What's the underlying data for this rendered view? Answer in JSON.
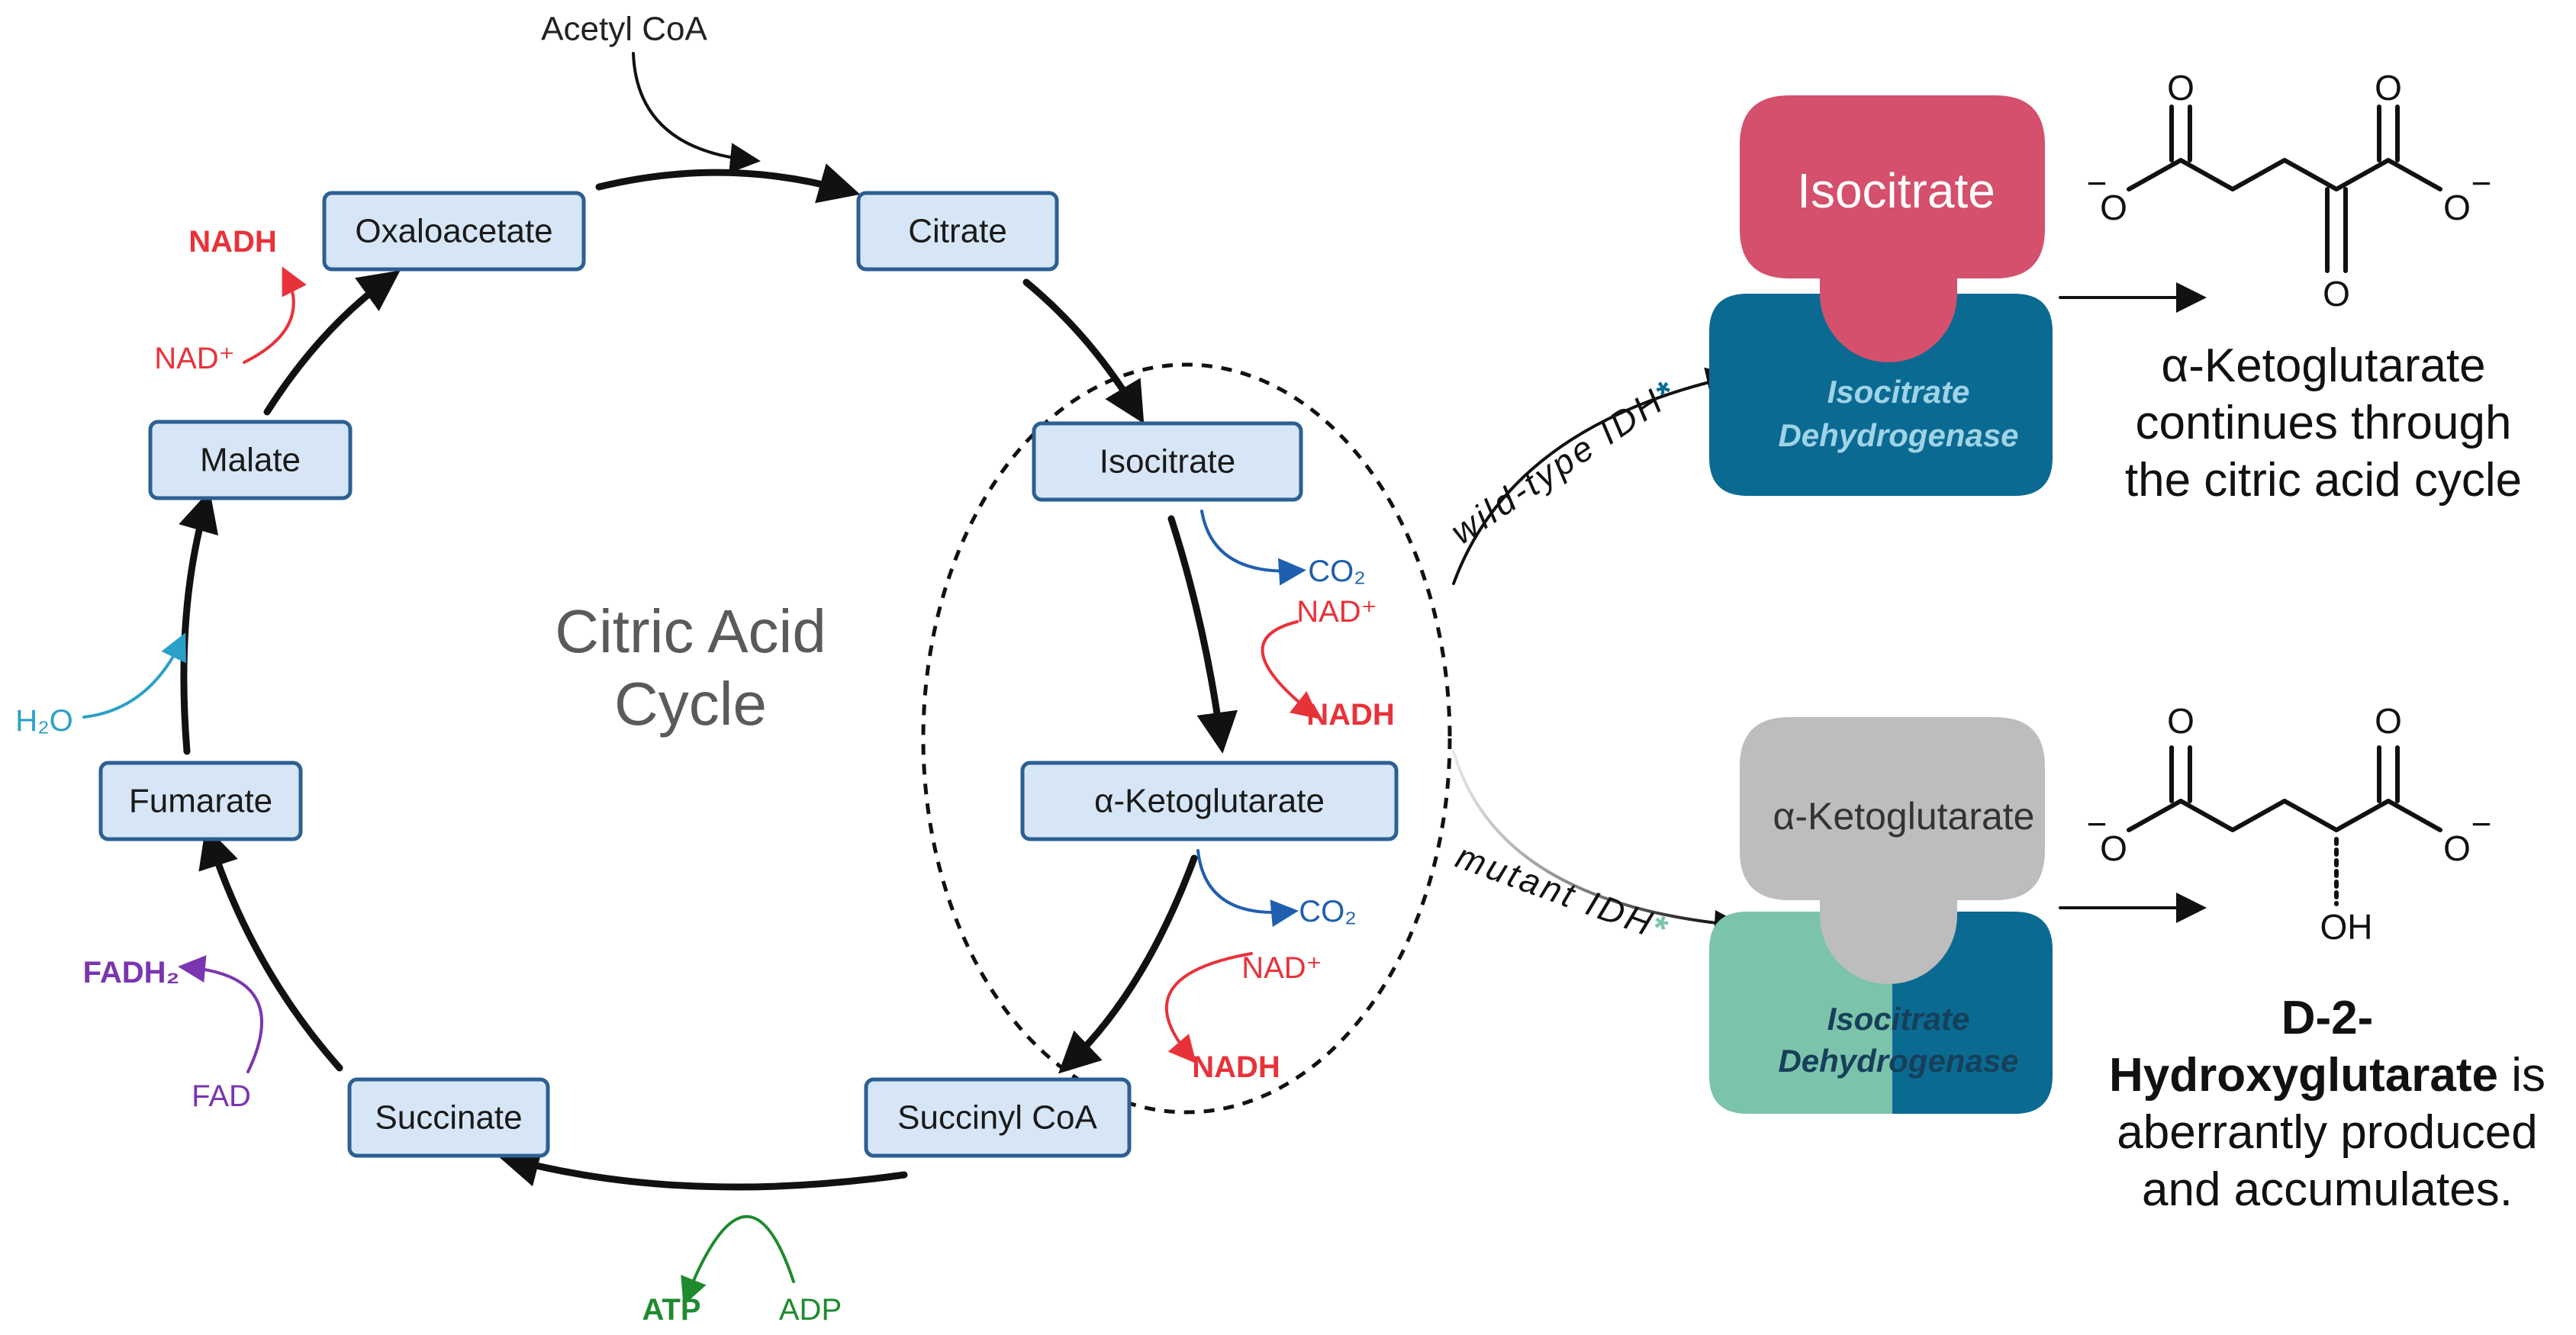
{
  "cycle": {
    "title_line1": "Citric Acid",
    "title_line2": "Cycle",
    "acetyl_coa": "Acetyl CoA",
    "nodes": {
      "oxaloacetate": "Oxaloacetate",
      "citrate": "Citrate",
      "isocitrate": "Isocitrate",
      "alpha_kg": "α-Ketoglutarate",
      "succinyl_coa": "Succinyl CoA",
      "succinate": "Succinate",
      "fumarate": "Fumarate",
      "malate": "Malate"
    },
    "cofactors": {
      "nadh_top": "NADH",
      "nad_top": "NAD⁺",
      "h2o": "H₂O",
      "fadh2": "FADH₂",
      "fad": "FAD",
      "atp": "ATP",
      "adp": "ADP",
      "co2_1": "CO₂",
      "nad_1": "NAD⁺",
      "nadh_1": "NADH",
      "co2_2": "CO₂",
      "nad_2": "NAD⁺",
      "nadh_2": "NADH"
    }
  },
  "wild_type": {
    "path_label": "wild-type IDH",
    "asterisk": "*",
    "substrate": "Isocitrate",
    "enzyme_line1": "Isocitrate",
    "enzyme_line2": "Dehydrogenase",
    "product_atoms": {
      "o_top_left": "O",
      "o_top_right": "O",
      "o_left": "O",
      "o_right": "O",
      "o_bottom": "O",
      "minus": "−"
    },
    "result_line1": "α-Ketoglutarate",
    "result_line2": "continues through",
    "result_line3": "the citric acid cycle"
  },
  "mutant": {
    "path_label": "mutant IDH",
    "asterisk": "*",
    "substrate": "α-Ketoglutarate",
    "enzyme_line1": "Isocitrate",
    "enzyme_line2": "Dehydrogenase",
    "product_atoms": {
      "o_top_left": "O",
      "o_top_right": "O",
      "o_left": "O",
      "o_right": "O",
      "oh": "OH",
      "minus": "−"
    },
    "result_line1": "D-2-",
    "result_line2_bold": "Hydroxyglutarate",
    "result_line2_rest": " is",
    "result_line3": "aberrantly produced",
    "result_line4": "and accumulates."
  },
  "colors": {
    "box_fill": "#d7e6f6",
    "box_stroke": "#2c5f94",
    "red": "#e8323a",
    "blue": "#1f5fb0",
    "teal": "#2aa0c8",
    "purple": "#7a35b0",
    "green": "#1f8a2e",
    "isocitrate_pink": "#d4506c",
    "enzyme_blue": "#0b6a92",
    "mutant_teal": "#7cc3ac",
    "substrate_gray": "#bdbdbd"
  }
}
